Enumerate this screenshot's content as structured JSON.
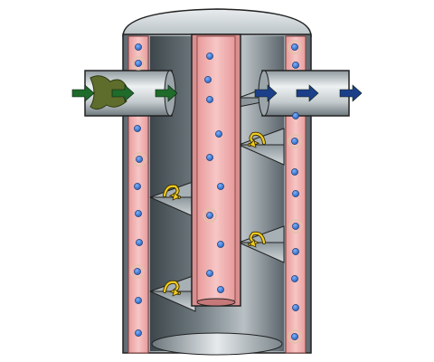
{
  "diagram": {
    "colors": {
      "background": "#ffffff",
      "shell_light": "#e4e8ea",
      "shell_mid": "#a9b2b7",
      "shell_dark": "#4e585e",
      "interior_dark": "#3f484d",
      "interior_mid": "#7d888e",
      "interior_light": "#c9d0d3",
      "jacket": "#f2b3b3",
      "jacket_dark": "#d98888",
      "outline": "#222222",
      "bubble_blue": "#2f6fc8",
      "bubble_ring": "#e0c2a8",
      "inlet_arrow": "#1f6b2a",
      "inlet_fluid": "#5d6b2c",
      "outlet_arrow": "#1c3f8a",
      "swirl_arrow": "#f2cc1e"
    },
    "icons": {
      "inlet_arrow": "arrow-right-icon",
      "outlet_arrow": "arrow-right-icon",
      "swirl": "swirl-arrow-icon",
      "particle": "bubble-icon"
    },
    "flow": {
      "inlet_side": "left",
      "outlet_side": "right",
      "inlet_arrow_count": 3,
      "outlet_arrow_count": 3
    },
    "baffles": {
      "left_count": 2,
      "right_count": 3
    },
    "swirl_markers": 4
  }
}
